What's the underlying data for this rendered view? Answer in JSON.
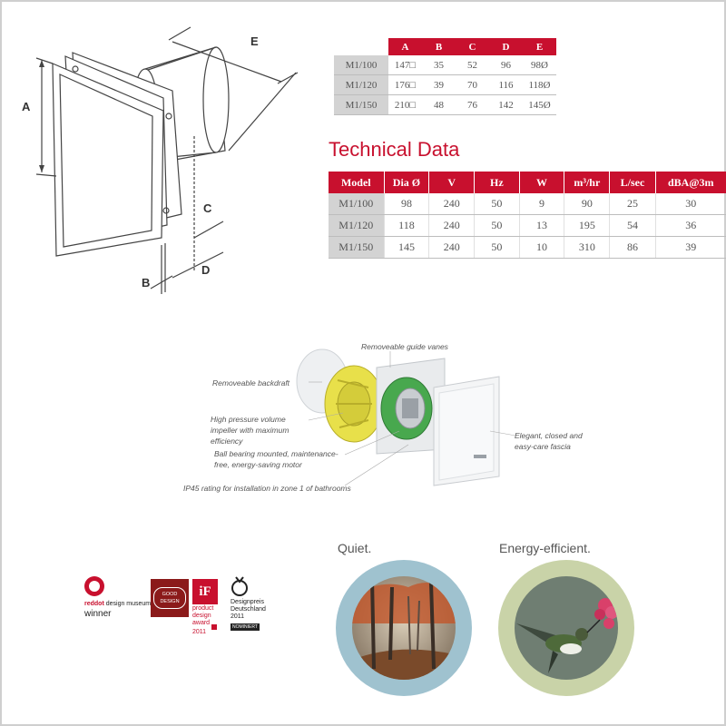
{
  "dimension_labels": {
    "a": "A",
    "b": "B",
    "c": "C",
    "d": "D",
    "e": "E"
  },
  "dim_table": {
    "headers": [
      "A",
      "B",
      "C",
      "D",
      "E"
    ],
    "rows": [
      {
        "model": "M1/100",
        "a": "147□",
        "b": "35",
        "c": "52",
        "d": "96",
        "e": "98Ø"
      },
      {
        "model": "M1/120",
        "a": "176□",
        "b": "39",
        "c": "70",
        "d": "116",
        "e": "118Ø"
      },
      {
        "model": "M1/150",
        "a": "210□",
        "b": "48",
        "c": "76",
        "d": "142",
        "e": "145Ø"
      }
    ]
  },
  "tech": {
    "title": "Technical Data",
    "headers": [
      "Model",
      "Dia Ø",
      "V",
      "Hz",
      "W",
      "m³/hr",
      "L/sec",
      "dBA@3m"
    ],
    "rows": [
      [
        "M1/100",
        "98",
        "240",
        "50",
        "9",
        "90",
        "25",
        "30"
      ],
      [
        "M1/120",
        "118",
        "240",
        "50",
        "13",
        "195",
        "54",
        "36"
      ],
      [
        "M1/150",
        "145",
        "240",
        "50",
        "10",
        "310",
        "86",
        "39"
      ]
    ]
  },
  "exploded": {
    "guide_vanes": "Removeable guide vanes",
    "backdraft": "Removeable backdraft",
    "impeller": "High pressure volume impeller with maximum efficiency",
    "motor": "Ball bearing mounted, maintenance-free, energy-saving motor",
    "ip45": "IP45 rating for installation in zone 1 of bathrooms",
    "fascia": "Elegant, closed and easy-care fascia"
  },
  "awards": {
    "reddot_brand": "reddot",
    "reddot_rest": " design museum",
    "reddot_winner": "winner",
    "good_design": "GOOD DESIGN",
    "if_line1": "product",
    "if_line2": "design",
    "if_line3": "award",
    "if_year": "2011",
    "dp_line1": "Designpreis",
    "dp_line2": "Deutschland",
    "dp_year": "2011",
    "dp_badge": "NOMINIERT"
  },
  "features": {
    "quiet": "Quiet.",
    "efficient": "Energy-efficient."
  },
  "colors": {
    "accent": "#c8102e",
    "cell_gray": "#d3d3d3",
    "circle_blue": "#9fc2cf",
    "circle_green": "#c9d3a8"
  }
}
